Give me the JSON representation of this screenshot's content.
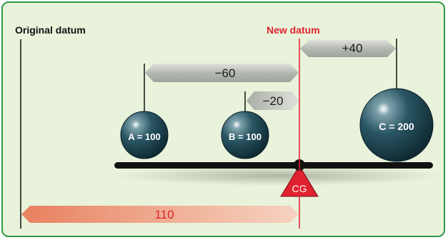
{
  "labels": {
    "original_datum": "Original datum",
    "new_datum": "New datum",
    "arm_c": "+40",
    "arm_a": "−60",
    "arm_b": "−20",
    "total": "110",
    "cg": "CG"
  },
  "weights": [
    {
      "id": "a",
      "label": "A = 100"
    },
    {
      "id": "b",
      "label": "B = 100"
    },
    {
      "id": "c",
      "label": "C = 200"
    }
  ],
  "colors": {
    "border": "#2e9a4a",
    "background": "#e9f3db",
    "datum_red": "#e0212f",
    "ball": "#1f4552",
    "beam": "#111111",
    "arrow_gray": "#b8bcb6",
    "arrow_salmon": "#e9967a"
  }
}
